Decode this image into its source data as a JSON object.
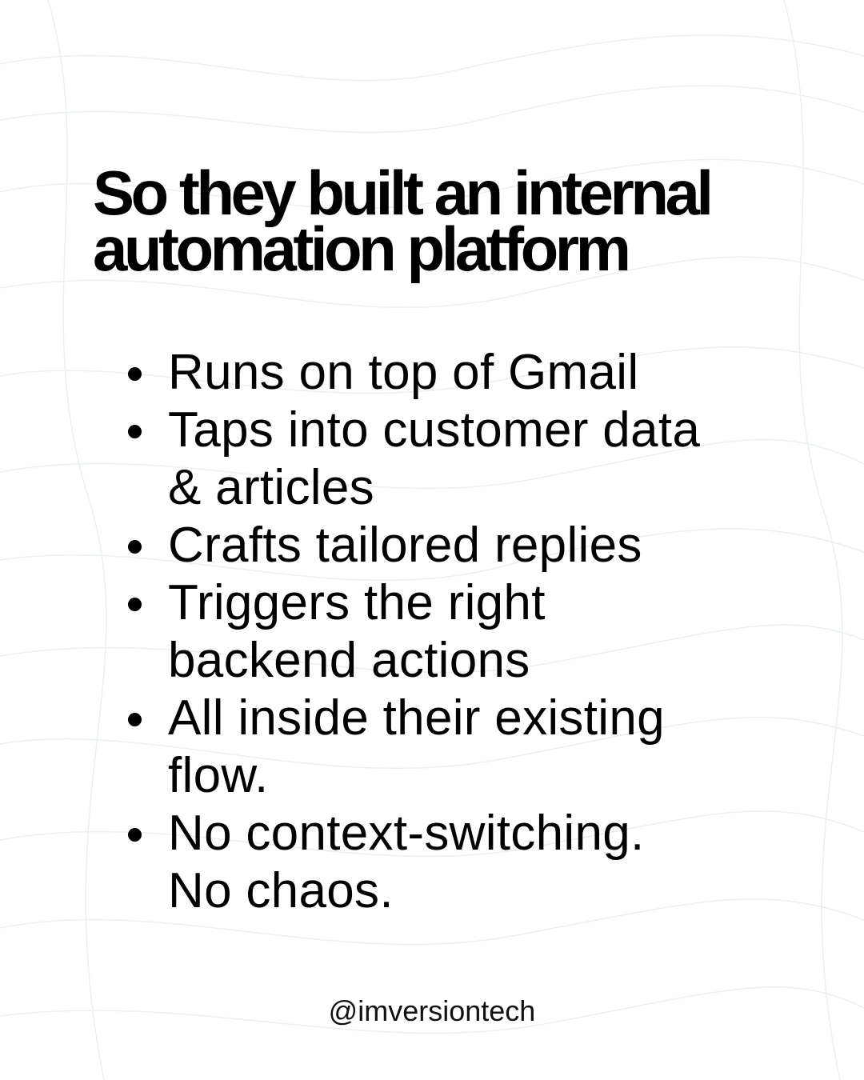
{
  "slide": {
    "headline_line1": "So they built an internal",
    "headline_line2": "automation platform",
    "bullets": [
      {
        "line1": "Runs on top of Gmail",
        "line2": ""
      },
      {
        "line1": "Taps into customer data",
        "line2": "& articles"
      },
      {
        "line1": "Crafts tailored replies",
        "line2": ""
      },
      {
        "line1": "Triggers the right",
        "line2": "backend actions"
      },
      {
        "line1": "All inside their existing",
        "line2": "flow."
      },
      {
        "line1": "No context-switching.",
        "line2": "No chaos."
      }
    ],
    "handle": "@imversiontech"
  },
  "colors": {
    "background": "#ffffff",
    "text": "#000000",
    "pattern_lines": "#e9f0ef"
  },
  "icons": {
    "bullet": "filled-circle"
  }
}
